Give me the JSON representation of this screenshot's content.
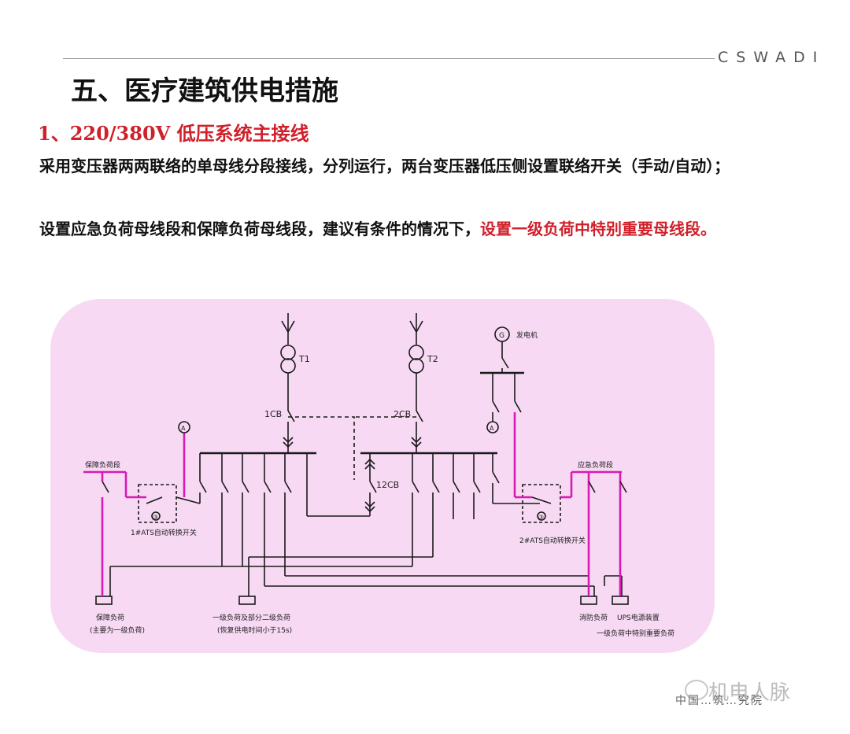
{
  "header": {
    "brand": "CSWADI"
  },
  "page_title": "五、医疗建筑供电措施",
  "section_title": "1、220/380V 低压系统主接线",
  "paragraphs": {
    "p1": "采用变压器两两联络的单母线分段接线，分列运行，两台变压器低压侧设置联络开关（手动/自动）；",
    "p2_black": "设置应急负荷母线段和保障负荷母线段，建议有条件的情况下，",
    "p2_red": "设置一级负荷中特别重要母线段。"
  },
  "diagram": {
    "t1_label": "T1",
    "t2_label": "T2",
    "cb1_label": "1CB",
    "cb2_label": "2CB",
    "cb12_label": "12CB",
    "generator_symbol": "G",
    "generator_label": "发电机",
    "ammeter_symbol": "A",
    "ats_motor_symbol": "③",
    "guarantee_bus_label": "保障负荷段",
    "emergency_bus_label": "应急负荷段",
    "ats1_label": "1#ATS自动转换开关",
    "ats2_label": "2#ATS自动转换开关",
    "load1_label": "保障负荷",
    "load1_sub": "(主要为一级负荷)",
    "load2_label": "一级负荷及部分二级负荷",
    "load2_sub": "(恢复供电时间小于15s)",
    "load3_label": "消防负荷",
    "load4_label": "UPS电源装置",
    "load4_sub": "一级负荷中特别重要负荷",
    "colors": {
      "panel_bg": "#f7d9f3",
      "emergency_line": "#d81bb4",
      "normal_line": "#1a1a1a",
      "red_text": "#d0202a"
    }
  },
  "footer": {
    "institute": "中国…筑…究院",
    "watermark": "机电人脉"
  }
}
